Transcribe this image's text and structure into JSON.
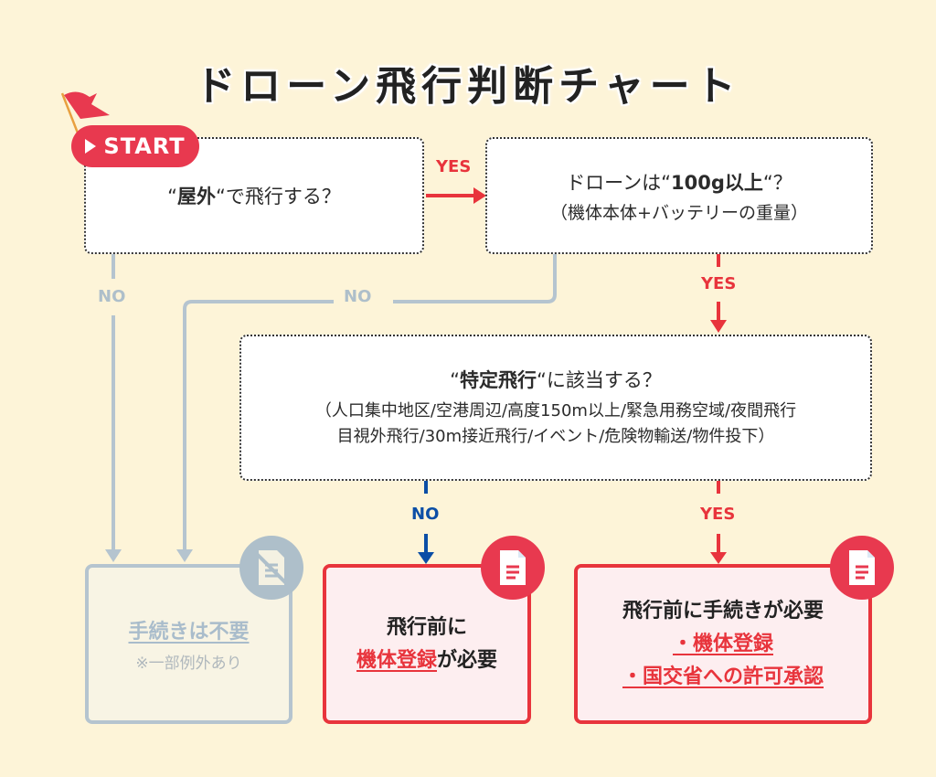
{
  "title": "ドローン飛行判断チャート",
  "start_badge": "START",
  "questions": {
    "q1": {
      "prefix": "“",
      "bold": "屋外",
      "suffix": "“で飛行する？"
    },
    "q2": {
      "prefix": "ドローンは“",
      "bold": "100g以上",
      "suffix": "“？",
      "sub": "（機体本体+バッテリーの重量）"
    },
    "q3": {
      "prefix": "“",
      "bold": "特定飛行",
      "suffix": "“に該当する？",
      "sub_line1": "（人口集中地区/空港周辺/高度150m以上/緊急用務空域/夜間飛行",
      "sub_line2": "目視外飛行/30m接近飛行/イベント/危険物輸送/物件投下）"
    }
  },
  "labels": {
    "q1_yes": "YES",
    "q1_no": "NO",
    "q2_yes": "YES",
    "q2_no": "NO",
    "q3_no": "NO",
    "q3_yes": "YES"
  },
  "results": {
    "none": {
      "title": "手続きは不要",
      "note": "※一部例外あり",
      "icon": "no-document-icon"
    },
    "registration": {
      "line1": "飛行前に",
      "link": "機体登録",
      "line2_suffix": "が必要",
      "icon": "document-icon"
    },
    "full": {
      "title": "飛行前に手続きが必要",
      "items": [
        "・機体登録",
        "・国交省への許可承認"
      ],
      "icon": "document-icon"
    }
  },
  "colors": {
    "background": "#fdf4d8",
    "yes_red": "#e8343c",
    "no_gray": "#aebfca",
    "no_blue": "#0b4ea6",
    "badge_red": "#e8394f"
  }
}
